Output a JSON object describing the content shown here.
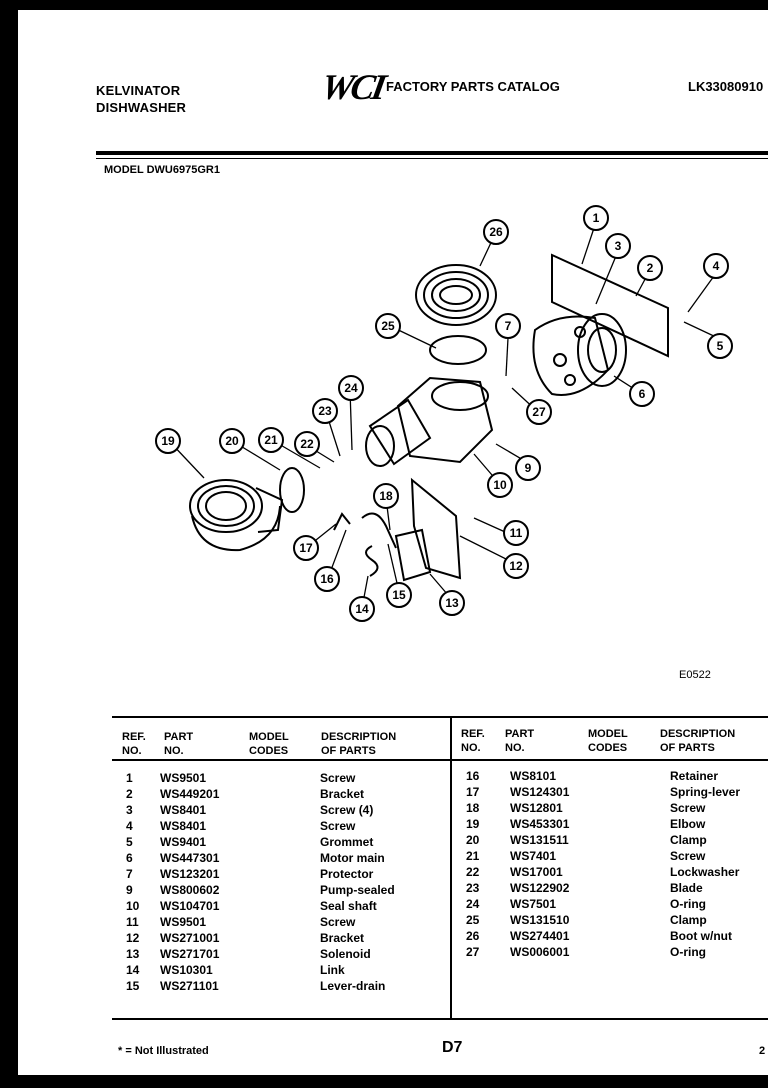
{
  "header": {
    "brand_line1": "KELVINATOR",
    "brand_line2": "DISHWASHER",
    "logo": "WCI",
    "title": "FACTORY PARTS CATALOG",
    "catalog_code": "LK33080910"
  },
  "model_label": "MODEL DWU6975GR1",
  "figure_code": "E0522",
  "callouts": [
    "1",
    "2",
    "3",
    "4",
    "5",
    "6",
    "7",
    "9",
    "10",
    "11",
    "12",
    "13",
    "14",
    "15",
    "16",
    "17",
    "18",
    "19",
    "20",
    "21",
    "22",
    "23",
    "24",
    "25",
    "26",
    "27"
  ],
  "table_headers": {
    "ref_no": [
      "REF.",
      "NO."
    ],
    "part_no": [
      "PART",
      "NO."
    ],
    "model_codes": [
      "MODEL",
      "CODES"
    ],
    "description": [
      "DESCRIPTION",
      "OF PARTS"
    ]
  },
  "parts_left": [
    {
      "ref": "1",
      "part": "WS9501",
      "codes": "",
      "desc": "Screw"
    },
    {
      "ref": "2",
      "part": "WS449201",
      "codes": "",
      "desc": "Bracket"
    },
    {
      "ref": "3",
      "part": "WS8401",
      "codes": "",
      "desc": "Screw (4)"
    },
    {
      "ref": "4",
      "part": "WS8401",
      "codes": "",
      "desc": "Screw"
    },
    {
      "ref": "5",
      "part": "WS9401",
      "codes": "",
      "desc": "Grommet"
    },
    {
      "ref": "6",
      "part": "WS447301",
      "codes": "",
      "desc": "Motor main"
    },
    {
      "ref": "7",
      "part": "WS123201",
      "codes": "",
      "desc": "Protector"
    },
    {
      "ref": "9",
      "part": "WS800602",
      "codes": "",
      "desc": "Pump-sealed"
    },
    {
      "ref": "10",
      "part": "WS104701",
      "codes": "",
      "desc": "Seal shaft"
    },
    {
      "ref": "11",
      "part": "WS9501",
      "codes": "",
      "desc": "Screw"
    },
    {
      "ref": "12",
      "part": "WS271001",
      "codes": "",
      "desc": "Bracket"
    },
    {
      "ref": "13",
      "part": "WS271701",
      "codes": "",
      "desc": "Solenoid"
    },
    {
      "ref": "14",
      "part": "WS10301",
      "codes": "",
      "desc": "Link"
    },
    {
      "ref": "15",
      "part": "WS271101",
      "codes": "",
      "desc": "Lever-drain"
    }
  ],
  "parts_right": [
    {
      "ref": "16",
      "part": "WS8101",
      "codes": "",
      "desc": "Retainer"
    },
    {
      "ref": "17",
      "part": "WS124301",
      "codes": "",
      "desc": "Spring-lever"
    },
    {
      "ref": "18",
      "part": "WS12801",
      "codes": "",
      "desc": "Screw"
    },
    {
      "ref": "19",
      "part": "WS453301",
      "codes": "",
      "desc": "Elbow"
    },
    {
      "ref": "20",
      "part": "WS131511",
      "codes": "",
      "desc": "Clamp"
    },
    {
      "ref": "21",
      "part": "WS7401",
      "codes": "",
      "desc": "Screw"
    },
    {
      "ref": "22",
      "part": "WS17001",
      "codes": "",
      "desc": "Lockwasher"
    },
    {
      "ref": "23",
      "part": "WS122902",
      "codes": "",
      "desc": "Blade"
    },
    {
      "ref": "24",
      "part": "WS7501",
      "codes": "",
      "desc": "O-ring"
    },
    {
      "ref": "25",
      "part": "WS131510",
      "codes": "",
      "desc": "Clamp"
    },
    {
      "ref": "26",
      "part": "WS274401",
      "codes": "",
      "desc": "Boot w/nut"
    },
    {
      "ref": "27",
      "part": "WS006001",
      "codes": "",
      "desc": "O-ring"
    }
  ],
  "footer": {
    "footnote": "* = Not Illustrated",
    "page": "D7",
    "page_right": "2"
  }
}
